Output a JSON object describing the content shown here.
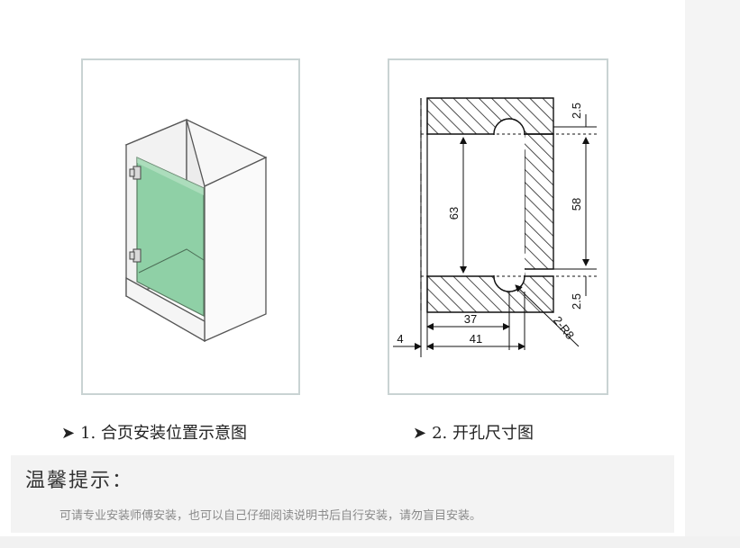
{
  "diagrams": [
    {
      "caption_marker": "➤",
      "caption": "1. 合页安装位置示意图",
      "colors": {
        "glass": "#8fd0a6",
        "frame": "#555555",
        "panel_border": "#c9d3d3"
      }
    },
    {
      "caption_marker": "➤",
      "caption": "2. 开孔尺寸图",
      "dimensions": {
        "top_gap": "2.5",
        "bottom_gap": "2.5",
        "height_left": "63",
        "height_right": "58",
        "inner_width": "37",
        "outer_width": "41",
        "offset": "4",
        "radius": "2-R8"
      }
    }
  ],
  "tips": {
    "title": "温馨提示：",
    "text": "可请专业安装师傅安装，也可以自己仔细阅读说明书后自行安装，请勿盲目安装。"
  }
}
